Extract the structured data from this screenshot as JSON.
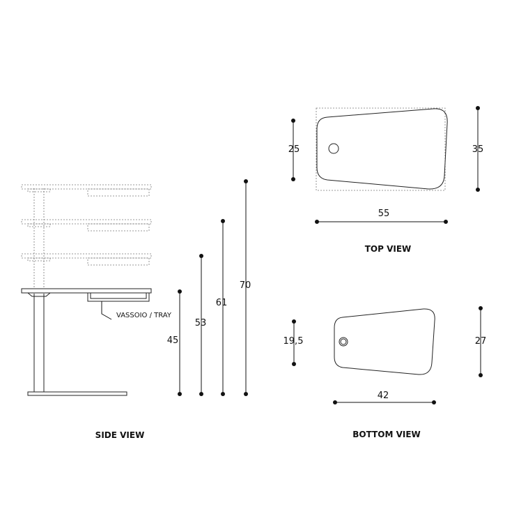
{
  "views": {
    "side": {
      "title": "SIDE VIEW",
      "tray_label": "VASSOIO / TRAY",
      "heights": [
        "45",
        "53",
        "61",
        "70"
      ]
    },
    "top": {
      "title": "TOP VIEW",
      "left_dim": "25",
      "right_dim": "35",
      "width_dim": "55"
    },
    "bottom": {
      "title": "BOTTOM VIEW",
      "left_dim": "19,5",
      "right_dim": "27",
      "width_dim": "42"
    }
  }
}
